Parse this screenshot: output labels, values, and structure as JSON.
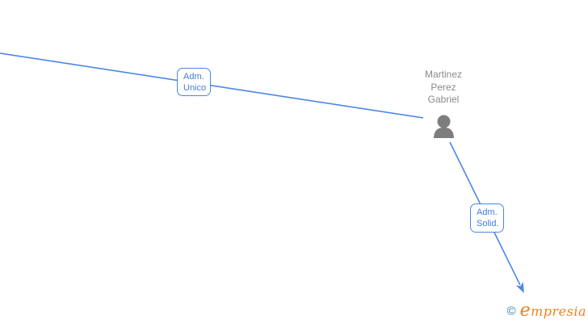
{
  "app": {
    "description": "Company administrator relationship diagram"
  },
  "person": {
    "name": "Martinez Perez Gabriel"
  },
  "edges": [
    {
      "id": "edge-adm-unico",
      "label_lines": [
        "Adm.",
        "Unico"
      ],
      "has_arrow": false
    },
    {
      "id": "edge-adm-solid",
      "label_lines": [
        "Adm.",
        "Solid."
      ],
      "has_arrow": true
    }
  ],
  "watermark": {
    "copyright": "©",
    "brand": "empresia"
  },
  "colors": {
    "edge_blue": "#4a86e8",
    "label_blue": "#3f7de4",
    "name_gray": "#8a8a8a",
    "icon_gray": "#7d7d7d",
    "brand_orange": "#e8821e",
    "brand_blue": "#2a7ab0"
  }
}
